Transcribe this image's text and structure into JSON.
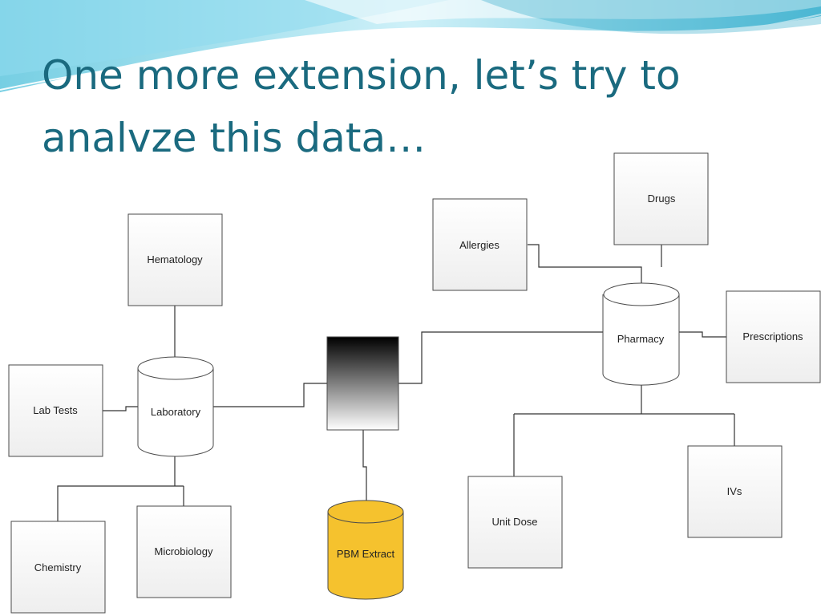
{
  "slide": {
    "title_line1": "One more extension, let’s try to",
    "title_line2": "analvze this data…"
  },
  "diagram": {
    "nodes": {
      "hematology": "Hematology",
      "lab_tests": "Lab Tests",
      "laboratory": "Laboratory",
      "chemistry": "Chemistry",
      "microbiology": "Microbiology",
      "pbm_extract": "PBM Extract",
      "allergies": "Allergies",
      "drugs": "Drugs",
      "pharmacy": "Pharmacy",
      "prescriptions": "Prescriptions",
      "unit_dose": "Unit Dose",
      "ivs": "IVs"
    },
    "colors": {
      "title": "#1a6a7f",
      "extract_fill": "#f5c22e",
      "hub_gradient_top": "#000000",
      "hub_gradient_bottom": "#ffffff",
      "wave_light": "#a8e4f2",
      "wave_dark": "#2fa8c8"
    }
  }
}
